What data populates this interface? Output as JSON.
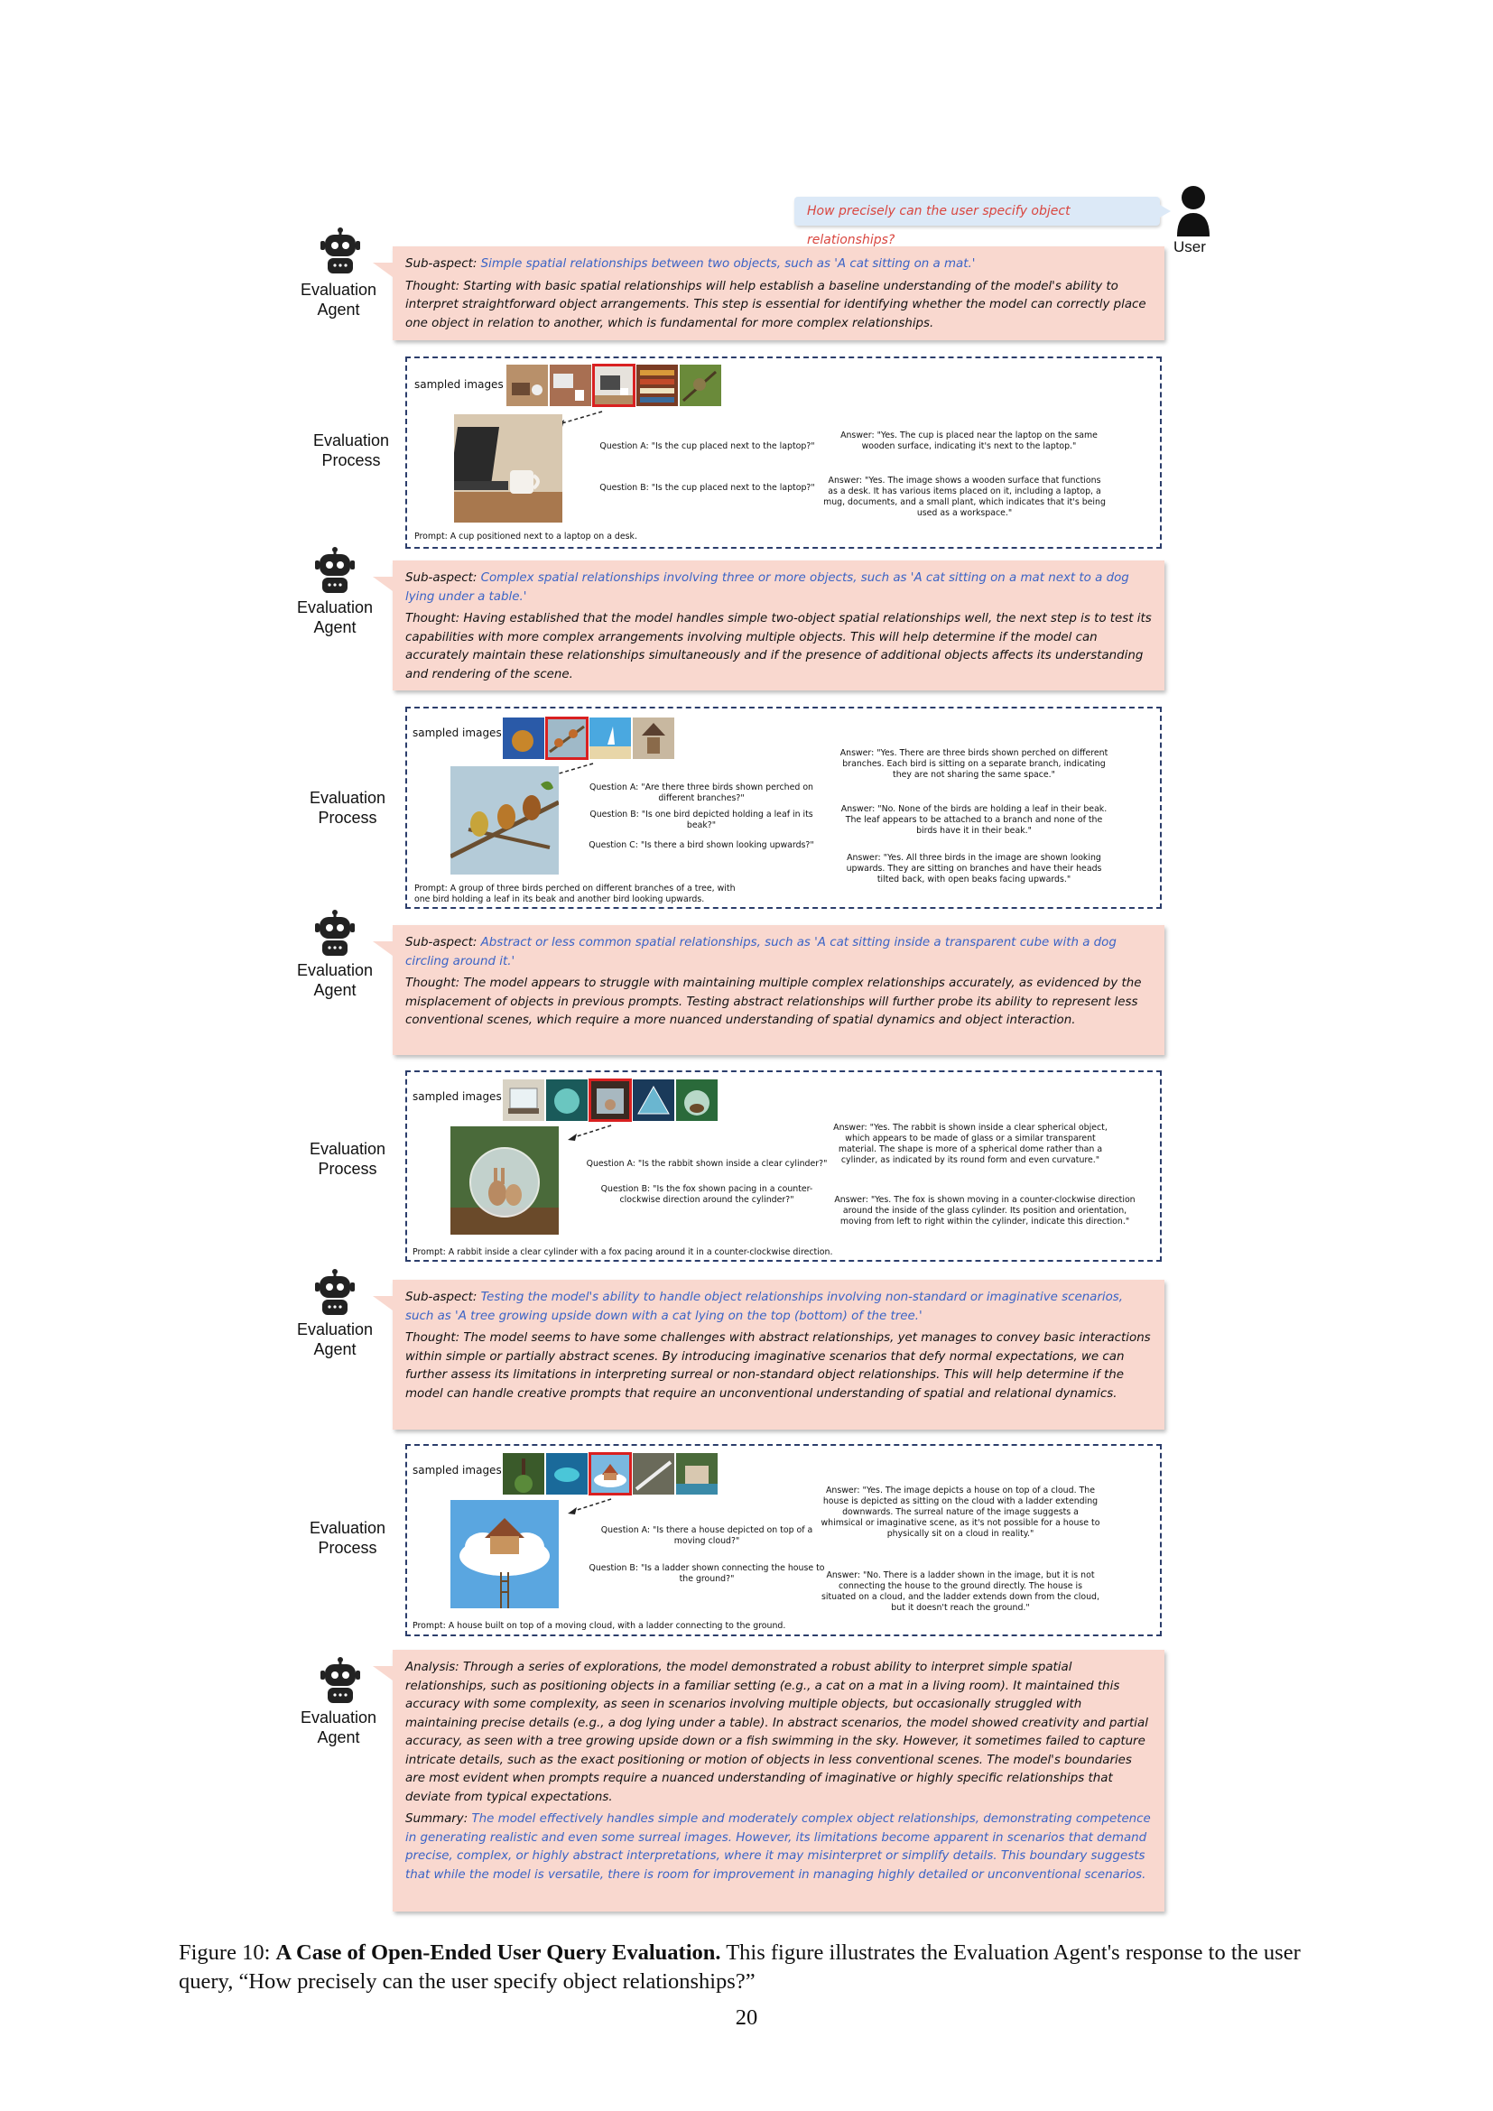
{
  "user": {
    "query": "How precisely can the user specify object relationships?",
    "label": "User"
  },
  "labels": {
    "agent_line1": "Evaluation",
    "agent_line2": "Agent",
    "process_line1": "Evaluation",
    "process_line2": "Process",
    "sampled_images": "sampled images",
    "subaspect_prefix": "Sub-aspect: ",
    "summary_prefix": "Summary: "
  },
  "steps": [
    {
      "subaspect": "Simple spatial relationships between two objects, such as 'A cat sitting on a mat.'",
      "thought": "Thought: Starting with basic spatial relationships will help establish a baseline understanding of the model's ability to interpret straightforward object arrangements. This step is essential for identifying whether the model can correctly place one object in relation to another, which is fundamental for more complex relationships.",
      "questions": [
        "Question A: \"Is the cup placed next to the laptop?\"",
        "Question B: \"Is the cup placed next to the laptop?\""
      ],
      "answers": [
        "Answer: \"Yes. The cup is placed near the laptop on the same wooden surface, indicating it's next to the laptop.\"",
        "Answer: \"Yes. The image shows a wooden surface that functions as a desk. It has various items placed on it, including a laptop, a mug, documents, and a small plant, which indicates that it's being used as a workspace.\""
      ],
      "prompt": "Prompt: A cup positioned next to a laptop on a desk."
    },
    {
      "subaspect": "Complex spatial relationships involving three or more objects, such as 'A cat sitting on a mat next to a dog lying under a table.'",
      "thought": "Thought: Having established that the model handles simple two-object spatial relationships well, the next step is to test its capabilities with more complex arrangements involving multiple objects. This will help determine if the model can accurately maintain these relationships simultaneously and if the presence of additional objects affects its understanding and rendering of the scene.",
      "questions": [
        "Question A: \"Are there three birds shown perched on different branches?\"",
        "Question B: \"Is one bird depicted holding a leaf in its beak?\"",
        "Question C: \"Is there a bird shown looking upwards?\""
      ],
      "answers": [
        "Answer: \"Yes. There are three birds shown perched on different branches. Each bird is sitting on a separate branch, indicating they are not sharing the same space.\"",
        "Answer: \"No. None of the birds are holding a leaf in their beak. The leaf appears to be attached to a branch and none of the birds have it in their beak.\"",
        "Answer: \"Yes. All three birds in the image are shown looking upwards. They are sitting on branches and have their heads tilted back, with open beaks facing upwards.\""
      ],
      "prompt": "Prompt: A group of three birds perched on different branches of a tree, with one bird holding a leaf in its beak and another bird looking upwards."
    },
    {
      "subaspect": "Abstract or less common spatial relationships, such as 'A cat sitting inside a transparent cube with a dog circling around it.'",
      "thought": "Thought: The model appears to struggle with maintaining multiple complex relationships accurately, as evidenced by the misplacement of objects in previous prompts. Testing abstract relationships will further probe its ability to represent less conventional scenes, which require a more nuanced understanding of spatial dynamics and object interaction.",
      "questions": [
        "Question A: \"Is the rabbit shown inside a clear cylinder?\"",
        "Question B: \"Is the fox shown pacing in a counter-clockwise direction around the cylinder?\""
      ],
      "answers": [
        "Answer: \"Yes. The rabbit is shown inside a clear spherical object, which appears to be made of glass or a similar transparent material. The shape is more of a spherical dome rather than a cylinder, as indicated by its round form and even curvature.\"",
        "Answer: \"Yes. The fox is shown moving in a counter-clockwise direction around the inside of the glass cylinder. Its position and orientation, moving from left to right within the cylinder, indicate this direction.\""
      ],
      "prompt": "Prompt: A rabbit inside a clear cylinder with a fox pacing around it in a counter-clockwise direction."
    },
    {
      "subaspect": "Testing the model's ability to handle object relationships involving non-standard or imaginative scenarios, such as 'A tree growing upside down with a cat lying on the top (bottom) of the tree.'",
      "thought": "Thought: The model seems to have some challenges with abstract relationships, yet manages to convey basic interactions within simple or partially abstract scenes. By introducing imaginative scenarios that defy normal expectations, we can further assess its limitations in interpreting surreal or non-standard object relationships. This will help determine if the model can handle creative prompts that require an unconventional understanding of spatial and relational dynamics.",
      "questions": [
        "Question A: \"Is there a house depicted on top of a moving cloud?\"",
        "Question B: \"Is a ladder shown connecting the house to the ground?\""
      ],
      "answers": [
        "Answer: \"Yes. The image depicts a house on top of a cloud. The house is depicted as sitting on the cloud with a ladder extending downwards. The surreal nature of the image suggests a whimsical or imaginative scene, as it's not possible for a house to physically sit on a cloud in reality.\"",
        "Answer: \"No. There is a ladder shown in the image, but it is not connecting the house to the ground directly. The house is situated on a cloud, and the ladder extends down from the cloud, but it doesn't reach the ground.\""
      ],
      "prompt": "Prompt: A house built on top of a moving cloud, with a ladder connecting to the ground."
    }
  ],
  "final": {
    "analysis": "Analysis: Through a series of explorations, the model demonstrated a robust ability to interpret simple spatial relationships, such as positioning objects in a familiar setting (e.g., a cat on a mat in a living room). It maintained this accuracy with some complexity, as seen in scenarios involving multiple objects, but occasionally struggled with maintaining precise details (e.g., a dog lying under a table). In abstract scenarios, the model showed creativity and partial accuracy, as seen with a tree growing upside down or a fish swimming in the sky. However, it sometimes failed to capture intricate details, such as the exact positioning or motion of objects in less conventional scenes. The model's boundaries are most evident when prompts require a nuanced understanding of imaginative or highly specific relationships that deviate from typical expectations.",
    "summary": "The model effectively handles simple and moderately complex object relationships, demonstrating competence in generating realistic and even some surreal images. However, its limitations become apparent in scenarios that demand precise, complex, or highly abstract interpretations, where it may misinterpret or simplify details. This boundary suggests that while the model is versatile, there is room for improvement in managing highly detailed or unconventional scenarios."
  },
  "caption": {
    "figure": "Figure 10: ",
    "title": "A Case of Open-Ended User Query Evaluation.",
    "text": " This figure illustrates the Evaluation Agent's response to the user query, “How precisely can the user specify object relationships?”"
  },
  "page_number": "20"
}
